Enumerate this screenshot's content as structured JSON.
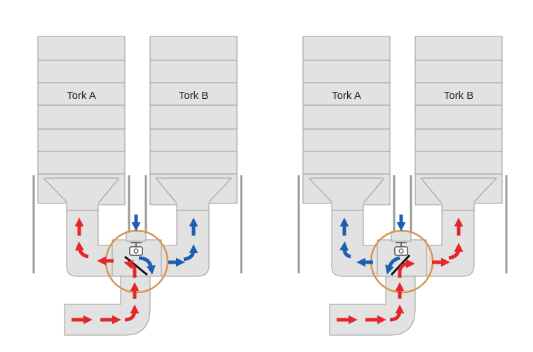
{
  "colors": {
    "body": "#e2e2e2",
    "outline": "#9a9a9a",
    "hot": "#e3262b",
    "cold": "#1d5fae",
    "ring": "#d9944f",
    "damper": "#111111"
  },
  "panels": [
    {
      "silo_a_label": "Tork A",
      "silo_b_label": "Tork B",
      "icons": [
        "fan-motor-icon",
        "damper-icon"
      ]
    },
    {
      "silo_a_label": "Tork A",
      "silo_b_label": "Tork B",
      "icons": [
        "fan-motor-icon",
        "damper-icon"
      ]
    }
  ]
}
